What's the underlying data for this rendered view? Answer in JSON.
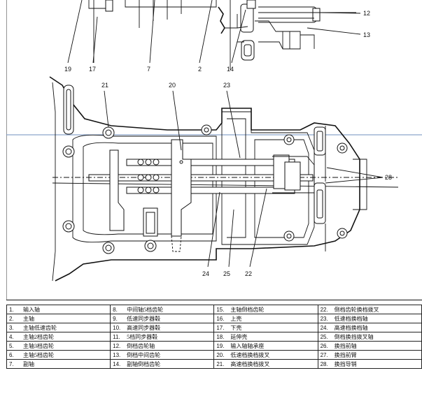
{
  "callouts": [
    "12",
    "13",
    "19",
    "17",
    "7",
    "2",
    "14",
    "21",
    "20",
    "23",
    "28",
    "24",
    "25",
    "22"
  ],
  "legend": [
    [
      {
        "n": "1.",
        "t": "输入轴"
      },
      {
        "n": "8.",
        "t": "中间轴5档齿轮"
      },
      {
        "n": "15.",
        "t": "主轴倒档齿轮"
      },
      {
        "n": "22.",
        "t": "倒档齿轮换档拨叉"
      }
    ],
    [
      {
        "n": "2.",
        "t": "主轴"
      },
      {
        "n": "9.",
        "t": "低速同步器毂"
      },
      {
        "n": "16.",
        "t": "上壳"
      },
      {
        "n": "23.",
        "t": "低速档换档轴"
      }
    ],
    [
      {
        "n": "3.",
        "t": "主轴低速齿轮"
      },
      {
        "n": "10.",
        "t": "高速同步器毂"
      },
      {
        "n": "17.",
        "t": "下壳"
      },
      {
        "n": "24.",
        "t": "高速档换档轴"
      }
    ],
    [
      {
        "n": "4.",
        "t": "主轴2档齿轮"
      },
      {
        "n": "11.",
        "t": "5档同步器毂"
      },
      {
        "n": "18.",
        "t": "延伸壳"
      },
      {
        "n": "25.",
        "t": "倒档换挡拨叉轴"
      }
    ],
    [
      {
        "n": "5.",
        "t": "主轴3档齿轮"
      },
      {
        "n": "12.",
        "t": "倒档齿轮轴"
      },
      {
        "n": "19.",
        "t": "输入轴轴承座"
      },
      {
        "n": "26.",
        "t": "换挡前轴"
      }
    ],
    [
      {
        "n": "6.",
        "t": "主轴5档齿轮"
      },
      {
        "n": "13.",
        "t": "倒档中间齿轮"
      },
      {
        "n": "20.",
        "t": "低速档换档拨叉"
      },
      {
        "n": "27.",
        "t": "换挡前臂"
      }
    ],
    [
      {
        "n": "7.",
        "t": "副轴"
      },
      {
        "n": "14.",
        "t": "副轴倒档齿轮"
      },
      {
        "n": "21.",
        "t": "高速档换档拨叉"
      },
      {
        "n": "28.",
        "t": "换挡导销"
      }
    ]
  ]
}
